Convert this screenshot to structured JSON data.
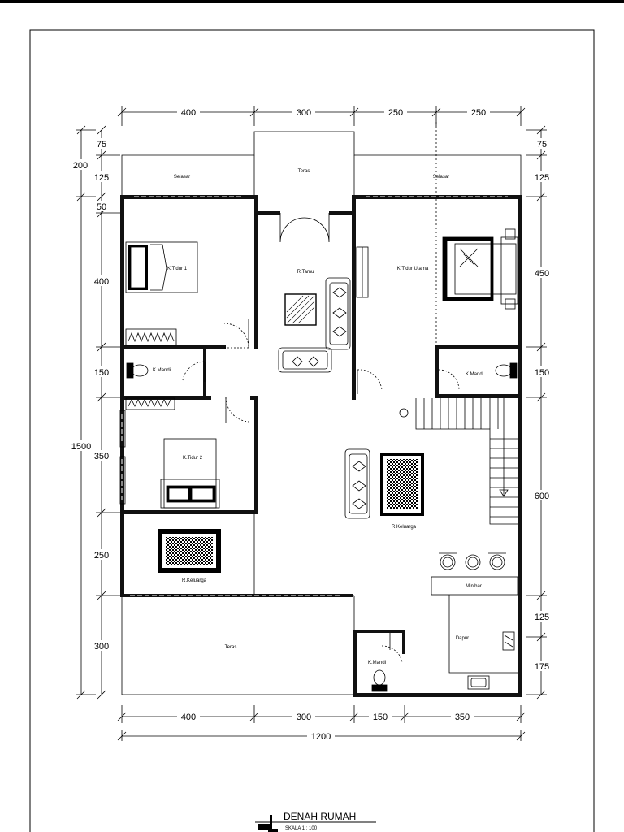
{
  "title": {
    "main": "DENAH RUMAH",
    "scale": "SKALA 1 : 100"
  },
  "dimensions": {
    "top": [
      "400",
      "300",
      "250",
      "250"
    ],
    "bottom": [
      "400",
      "300",
      "150",
      "350"
    ],
    "bottom_total": "1200",
    "left_outer": [
      "200",
      "1500"
    ],
    "left_inner": [
      "75",
      "125",
      "50",
      "400",
      "150",
      "350",
      "250",
      "300"
    ],
    "right": [
      "75",
      "125",
      "450",
      "150",
      "600",
      "125",
      "175"
    ]
  },
  "rooms": {
    "selasar_left": "Selasar",
    "teras_top": "Teras",
    "selasar_right": "Selasar",
    "tidur1": "K.Tidur 1",
    "tamu": "R.Tamu",
    "tidur_utama": "K.Tidur Utama",
    "mandi_left": "K.Mandi",
    "mandi_right": "K.Mandi",
    "tidur2": "K.Tidur 2",
    "keluarga_main": "R.Keluarga",
    "keluarga_left": "R.Keluarga",
    "minibar": "Minibar",
    "teras_bottom": "Teras",
    "dapur": "Dapur",
    "mandi_bottom": "K.Mandi"
  }
}
